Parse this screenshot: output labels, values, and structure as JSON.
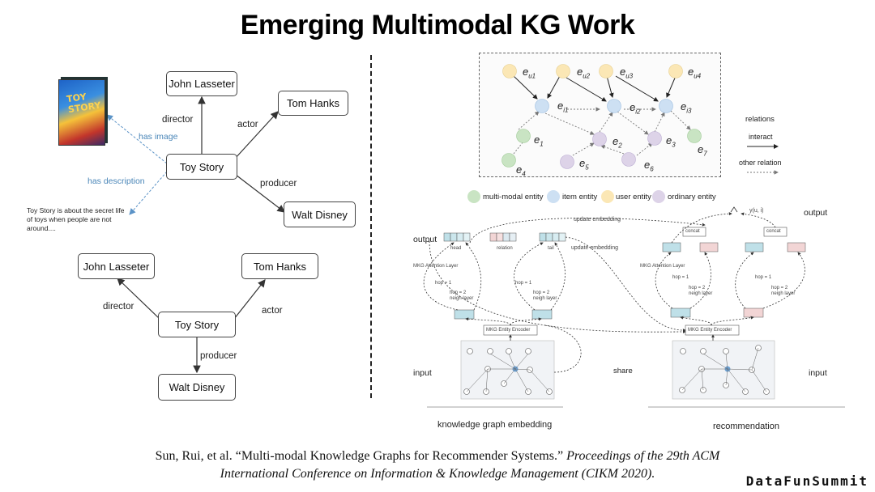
{
  "title": "Emerging Multimodal KG Work",
  "graph1": {
    "nodes": {
      "lasseter": "John Lasseter",
      "hanks": "Tom Hanks",
      "toy_story": "Toy Story",
      "disney": "Walt Disney"
    },
    "edges": {
      "director": "director",
      "actor": "actor",
      "producer": "producer",
      "has_image": "has image",
      "has_description": "has description"
    },
    "description": "Toy Story is about the secret life of toys when people are not around....",
    "poster_text": "TOY STORY"
  },
  "graph2": {
    "nodes": {
      "lasseter": "John Lasseter",
      "hanks": "Tom Hanks",
      "toy_story": "Toy Story",
      "disney": "Walt Disney"
    },
    "edges": {
      "director": "director",
      "actor": "actor",
      "producer": "producer"
    }
  },
  "mkg": {
    "users": [
      "e",
      "e",
      "e",
      "e"
    ],
    "user_subs": [
      "u1",
      "u2",
      "u3",
      "u4"
    ],
    "items": [
      "e",
      "e",
      "e"
    ],
    "item_subs": [
      "i1",
      "i2",
      "i3"
    ],
    "entities": [
      "e",
      "e",
      "e",
      "e",
      "e",
      "e",
      "e"
    ],
    "entity_subs": [
      "1",
      "2",
      "3",
      "4",
      "5",
      "6",
      "7"
    ],
    "relations_label": "relations",
    "interact_label": "interact",
    "other_relation_label": "other relation",
    "legend": {
      "multimodal": "multi-modal entity",
      "item": "item entity",
      "user": "user entity",
      "ordinary": "ordinary entity"
    },
    "colors": {
      "multimodal": "#c9e4c3",
      "item": "#cde0f3",
      "user": "#fbe7b5",
      "ordinary": "#ddd3e8"
    }
  },
  "arch": {
    "output_left": "output",
    "output_right": "output",
    "input_left": "input",
    "input_right": "input",
    "share": "share",
    "update_embedding_top": "update embedding",
    "update_embedding_mid": "update embedding",
    "head": "head",
    "relation": "relation",
    "tail": "tail",
    "concat": "concat",
    "mkg_attention": "MKG Attention Layer",
    "mkg_encoder": "MKG Entity Encoder",
    "hop1": "hop = 1",
    "hop2": "hop = 2",
    "neigh": "neigh layer",
    "y_label": "y(u, i)",
    "caption_left": "knowledge graph embedding",
    "caption_right": "recommendation"
  },
  "citation": {
    "line1_plain": "Sun, Rui, et al. “Multi-modal Knowledge Graphs for Recommender Systems.”",
    "line1_italic": "Proceedings of the 29th ACM",
    "line2_italic": "International Conference on Information & Knowledge Management (CIKM 2020)."
  },
  "watermark": "DataFunSummit"
}
